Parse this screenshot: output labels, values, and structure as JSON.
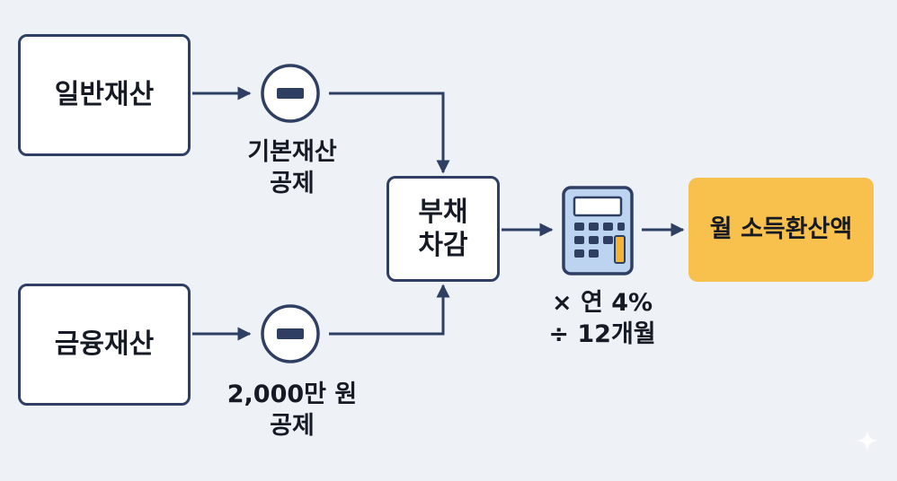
{
  "nodes": {
    "general_assets": "일반재산",
    "financial_assets": "금융재산",
    "debt_deduction_line1": "부채",
    "debt_deduction_line2": "차감",
    "monthly_income": "월 소득환산액"
  },
  "labels": {
    "basic_deduction_line1": "기본재산",
    "basic_deduction_line2": "공제",
    "financial_deduction_line1": "2,000만 원",
    "financial_deduction_line2": "공제",
    "rate_line1": "× 연 4%",
    "rate_line2": "÷ 12개월"
  },
  "icons": {
    "minus": "minus-circle-icon",
    "calculator": "calculator-icon",
    "sparkle": "sparkle-icon"
  },
  "colors": {
    "background": "#eef1f6",
    "stroke": "#2f3f63",
    "result_fill": "#f8c04c",
    "calculator_body": "#bcd4ef",
    "calculator_accent": "#f5b335"
  }
}
